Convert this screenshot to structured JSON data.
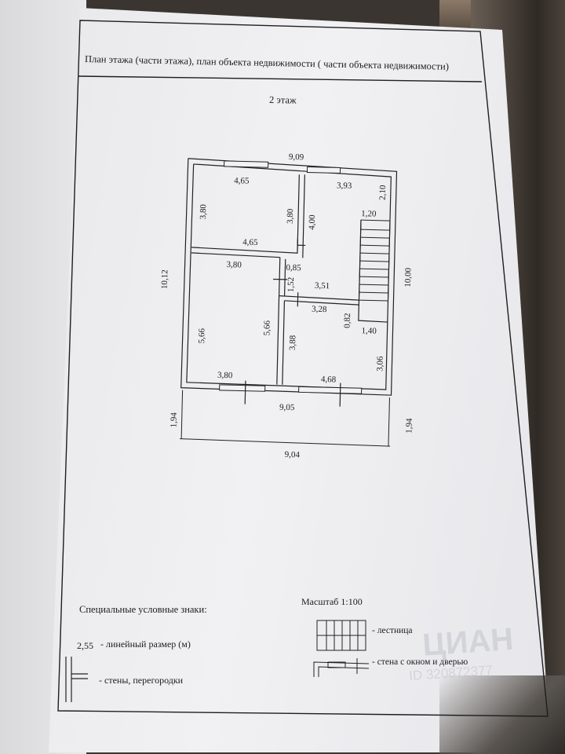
{
  "header": {
    "title": "План этажа (части этажа), план объекта недвижимости ( части объекта недвижимости)"
  },
  "plan": {
    "floor_label": "2 этаж",
    "dimensions": {
      "top_total": "9,09",
      "room_tl_top": "4,65",
      "room_tl_bottom": "4,65",
      "room_tl_left": "3,80",
      "room_tl_right": "3,80",
      "room_tr_top": "3,93",
      "room_tr_vertical": "4,00",
      "room_tr_right_top": "2,10",
      "stair_width": "1,20",
      "left_total": "10,12",
      "right_total": "10,00",
      "room_bl_top": "3,80",
      "room_bl_left": "5,66",
      "room_bl_right": "5,66",
      "room_bl_bottom": "3,80",
      "corridor_small_v": "0,85",
      "corridor_small_v2": "1,52",
      "corridor_width": "3,51",
      "room_br_top": "3,28",
      "room_br_notch_v": "0,82",
      "room_br_notch_h": "1,40",
      "room_br_left": "3,88",
      "room_br_right": "3,06",
      "room_br_bottom": "4,68",
      "bottom_inner": "9,05",
      "balcony_left": "1,94",
      "balcony_right": "1,94",
      "bottom_total": "9,04"
    }
  },
  "legend": {
    "title": "Специальные условные знаки:",
    "scale": "Масштаб 1:100",
    "dimension_sample": "2,55",
    "dimension_label": "- линейный размер (м)",
    "walls_label": "- стены, перегородки",
    "stairs_label": "- лестница",
    "window_door_label": "- стена с окном и дверью"
  },
  "watermark": {
    "brand": "ЦИАН",
    "id": "ID 320872377"
  }
}
